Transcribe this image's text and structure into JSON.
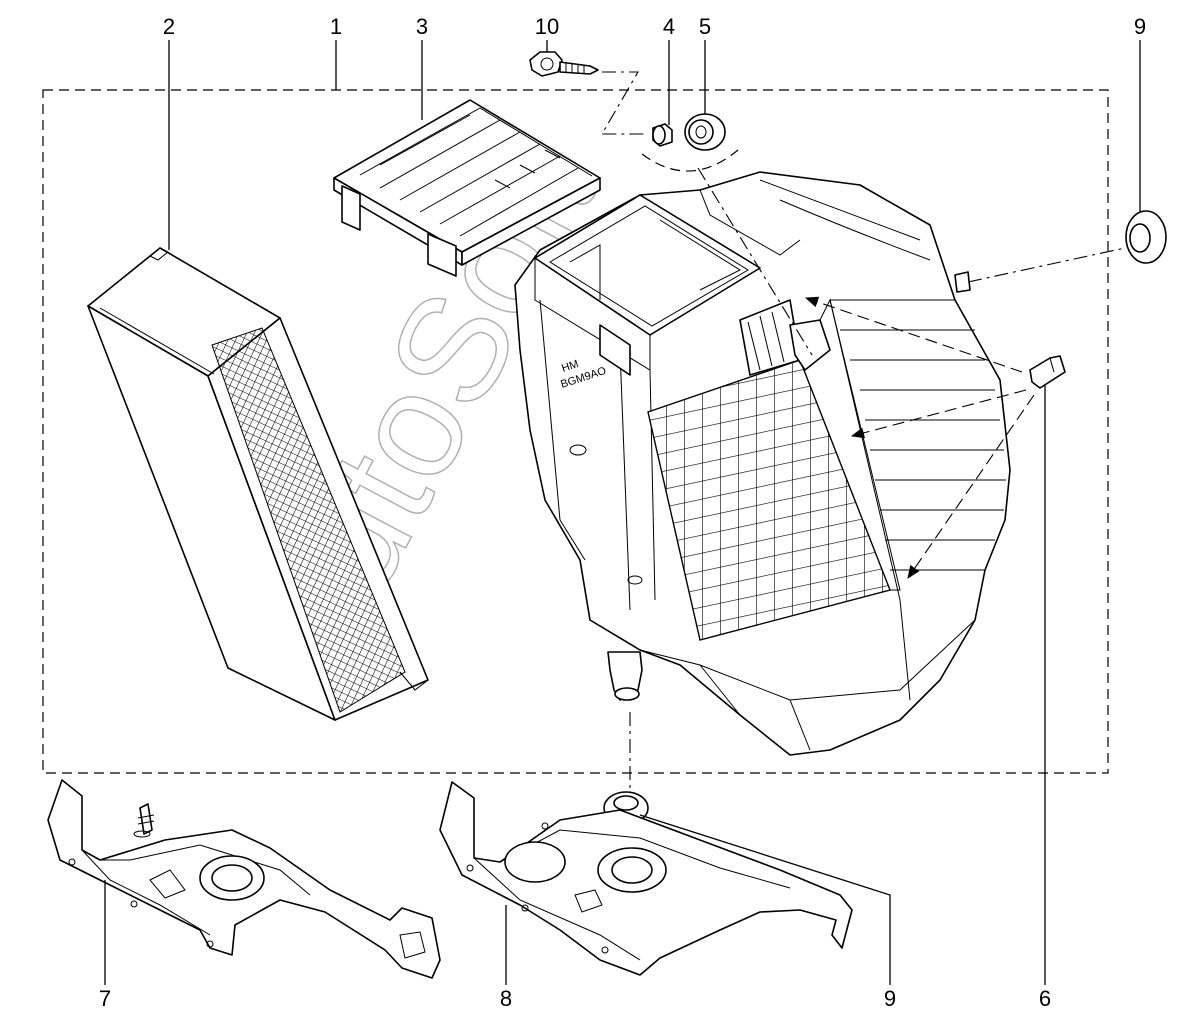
{
  "callouts": {
    "c1": "1",
    "c2": "2",
    "c3": "3",
    "c4": "4",
    "c5": "5",
    "c6": "6",
    "c7": "7",
    "c8": "8",
    "c9_top": "9",
    "c9_bottom": "9",
    "c10": "10"
  },
  "housing_markings": {
    "line1": "HM",
    "line2": "BGM9AO"
  },
  "watermark": "AutoSoft",
  "colors": {
    "line": "#000000",
    "background": "#ffffff",
    "watermark": "#b0b0b0"
  }
}
